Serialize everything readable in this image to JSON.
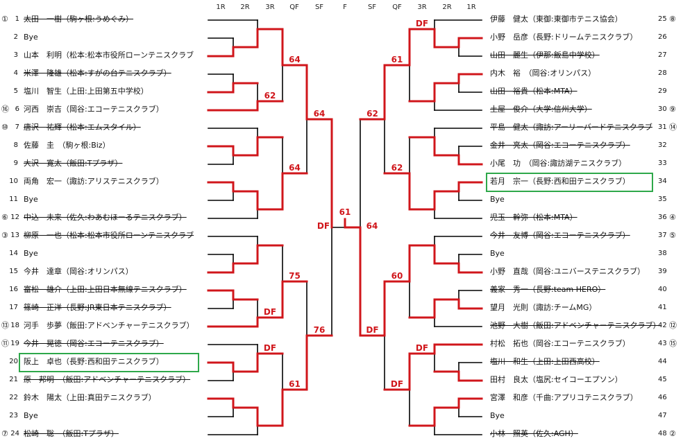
{
  "rounds_left": [
    "1R",
    "2R",
    "3R",
    "QF",
    "SF",
    "F"
  ],
  "rounds_right": [
    "SF",
    "QF",
    "3R",
    "2R",
    "1R"
  ],
  "colors": {
    "win": "#d0161b",
    "line": "#000000",
    "highlight": "#2ea84a"
  },
  "players": [
    {
      "num": "1",
      "seed": "①",
      "name": "太田　一樹（駒ヶ根:うめぐみ）",
      "out": true
    },
    {
      "num": "2",
      "seed": "",
      "name": "Bye",
      "out": false
    },
    {
      "num": "3",
      "seed": "",
      "name": "山本　利明（松本:松本市役所ローンテニスクラブ",
      "out": false
    },
    {
      "num": "4",
      "seed": "",
      "name": "米澤　隆雄（松本:すがの台テニスクラブ）",
      "out": true
    },
    {
      "num": "5",
      "seed": "",
      "name": "塩川　智生（上田:上田第五中学校）",
      "out": false
    },
    {
      "num": "6",
      "seed": "⑯",
      "name": "河西　崇吉（岡谷:エコーテニスクラブ）",
      "out": false
    },
    {
      "num": "7",
      "seed": "⑩",
      "name": "唐沢　祐輝（松本:エムスタイル）",
      "out": true
    },
    {
      "num": "8",
      "seed": "",
      "name": "佐藤　圭　（駒ヶ根:Biz）",
      "out": false
    },
    {
      "num": "9",
      "seed": "",
      "name": "大沢　寛太（飯田:Tプラザ）",
      "out": true
    },
    {
      "num": "10",
      "seed": "",
      "name": "両角　宏一（諏訪:アリステニスクラブ）",
      "out": false
    },
    {
      "num": "11",
      "seed": "",
      "name": "Bye",
      "out": false
    },
    {
      "num": "12",
      "seed": "⑥",
      "name": "中込　未来（佐久:わあむほーるテニスクラブ）",
      "out": true
    },
    {
      "num": "13",
      "seed": "③",
      "name": "柳原　一也（松本:松本市役所ローンテニスクラブ",
      "out": true
    },
    {
      "num": "14",
      "seed": "",
      "name": "Bye",
      "out": false
    },
    {
      "num": "15",
      "seed": "",
      "name": "今井　達章（岡谷:オリンパス）",
      "out": false
    },
    {
      "num": "16",
      "seed": "",
      "name": "富松　雄介（上田:上田日本無線テニスクラブ）",
      "out": true
    },
    {
      "num": "17",
      "seed": "",
      "name": "篠崎　正洋（長野:JR東日本テニスクラブ）",
      "out": true
    },
    {
      "num": "18",
      "seed": "⑬",
      "name": "河手　歩夢（飯田:アドベンチャーテニスクラブ）",
      "out": false
    },
    {
      "num": "19",
      "seed": "⑪",
      "name": "今井　晃徳（岡谷:エコーテニスクラブ）",
      "out": true
    },
    {
      "num": "20",
      "seed": "",
      "name": "阪上　卓也（長野:西和田テニスクラブ）",
      "out": false,
      "highlight": true
    },
    {
      "num": "21",
      "seed": "",
      "name": "原　邦明　（飯田:アドベンチャーテニスクラブ）",
      "out": true
    },
    {
      "num": "22",
      "seed": "",
      "name": "鈴木　陽太（上田:真田テニスクラブ）",
      "out": false
    },
    {
      "num": "23",
      "seed": "",
      "name": "Bye",
      "out": false
    },
    {
      "num": "24",
      "seed": "⑦",
      "name": "松崎　聡　（飯田:Tプラザ）",
      "out": true
    },
    {
      "num": "25",
      "seed": "⑧",
      "name": "伊藤　健太（東御:東御市テニス協会）",
      "out": false
    },
    {
      "num": "26",
      "seed": "",
      "name": "小野　岳彦（長野:ドリームテニスクラブ）",
      "out": false
    },
    {
      "num": "27",
      "seed": "",
      "name": "山田　麗生（伊那:飯島中学校）",
      "out": true
    },
    {
      "num": "28",
      "seed": "",
      "name": "内木　裕　（岡谷:オリンパス）",
      "out": false
    },
    {
      "num": "29",
      "seed": "",
      "name": "山田　裕貴（松本:MTA）",
      "out": true
    },
    {
      "num": "30",
      "seed": "⑨",
      "name": "土屋　俊介（大学:信州大学）",
      "out": true
    },
    {
      "num": "31",
      "seed": "⑭",
      "name": "平島　健太（諏訪:アーリーバードテニスクラブ",
      "out": true
    },
    {
      "num": "32",
      "seed": "",
      "name": "金井　亮太（岡谷:エコーテニスクラブ）",
      "out": true
    },
    {
      "num": "33",
      "seed": "",
      "name": "小尾　功　（岡谷:諏訪湖テニスクラブ）",
      "out": false
    },
    {
      "num": "34",
      "seed": "",
      "name": "若月　宗一（長野:西和田テニスクラブ）",
      "out": false,
      "highlight": true
    },
    {
      "num": "35",
      "seed": "",
      "name": "Bye",
      "out": false
    },
    {
      "num": "36",
      "seed": "④",
      "name": "児玉　幹弥（松本:MTA）",
      "out": true
    },
    {
      "num": "37",
      "seed": "⑤",
      "name": "今井　友博（岡谷:エコーテニスクラブ）",
      "out": true
    },
    {
      "num": "38",
      "seed": "",
      "name": "Bye",
      "out": false
    },
    {
      "num": "39",
      "seed": "",
      "name": "小野　直哉（岡谷:ユニバーステニスクラブ）",
      "out": false
    },
    {
      "num": "40",
      "seed": "",
      "name": "義家　秀一（長野:team HERO）",
      "out": true
    },
    {
      "num": "41",
      "seed": "",
      "name": "望月　光則（諏訪:チームMG）",
      "out": false
    },
    {
      "num": "42",
      "seed": "⑫",
      "name": "池野　大樹（飯田:アドベンチャーテニスクラブ）",
      "out": true
    },
    {
      "num": "43",
      "seed": "⑮",
      "name": "村松　拓也（岡谷:エコーテニスクラブ）",
      "out": false
    },
    {
      "num": "44",
      "seed": "",
      "name": "塩川　和生（上田:上田西高校）",
      "out": true
    },
    {
      "num": "45",
      "seed": "",
      "name": "田村　良太（塩尻:セイコーエプソン）",
      "out": false
    },
    {
      "num": "46",
      "seed": "",
      "name": "宮澤　和彦（千曲:アプリコテニスクラブ）",
      "out": false
    },
    {
      "num": "47",
      "seed": "",
      "name": "Bye",
      "out": false
    },
    {
      "num": "48",
      "seed": "②",
      "name": "小林　照英（佐久:AGH）",
      "out": true
    }
  ],
  "bracket": {
    "w": 1,
    "s": "61",
    "c": [
      {
        "w": 0,
        "s": "DF",
        "c": [
          {
            "w": 0,
            "s": "64",
            "c": [
              {
                "w": 0,
                "s": "64",
                "c": [
                  {
                    "w": 1,
                    "s": "",
                    "c": [
                      1,
                      {
                        "w": 1,
                        "s": "",
                        "c": [
                          2,
                          3
                        ]
                      }
                    ]
                  },
                  {
                    "w": 1,
                    "s": "62",
                    "c": [
                      {
                        "w": 1,
                        "s": "",
                        "c": [
                          4,
                          5
                        ]
                      },
                      6
                    ]
                  }
                ]
              },
              {
                "w": 1,
                "s": "64",
                "c": [
                  {
                    "w": 1,
                    "s": "",
                    "c": [
                      7,
                      {
                        "w": 0,
                        "s": "",
                        "c": [
                          8,
                          9
                        ]
                      }
                    ]
                  },
                  {
                    "w": 0,
                    "s": "",
                    "c": [
                      {
                        "w": 0,
                        "s": "",
                        "c": [
                          10,
                          11
                        ]
                      },
                      12
                    ]
                  }
                ]
              }
            ]
          },
          {
            "w": 1,
            "s": "76",
            "c": [
              {
                "w": 1,
                "s": "75",
                "c": [
                  {
                    "w": 1,
                    "s": "",
                    "c": [
                      13,
                      {
                        "w": 1,
                        "s": "",
                        "c": [
                          14,
                          15
                        ]
                      }
                    ]
                  },
                  {
                    "w": 1,
                    "s": "DF",
                    "c": [
                      {
                        "w": 0,
                        "s": "",
                        "c": [
                          16,
                          17
                        ]
                      },
                      18
                    ]
                  }
                ]
              },
              {
                "w": 1,
                "s": "61",
                "c": [
                  {
                    "w": 1,
                    "s": "DF",
                    "c": [
                      19,
                      {
                        "w": 0,
                        "s": "",
                        "c": [
                          20,
                          21
                        ]
                      }
                    ]
                  },
                  {
                    "w": 0,
                    "s": "",
                    "c": [
                      {
                        "w": 0,
                        "s": "",
                        "c": [
                          22,
                          23
                        ]
                      },
                      24
                    ]
                  }
                ]
              }
            ]
          }
        ]
      },
      {
        "w": 1,
        "s": "64",
        "c": [
          {
            "w": 0,
            "s": "62",
            "c": [
              {
                "w": 0,
                "s": "61",
                "c": [
                  {
                    "w": 1,
                    "s": "DF",
                    "c": [
                      25,
                      {
                        "w": 0,
                        "s": "",
                        "c": [
                          26,
                          27
                        ]
                      }
                    ]
                  },
                  {
                    "w": 0,
                    "s": "",
                    "c": [
                      {
                        "w": 0,
                        "s": "",
                        "c": [
                          28,
                          29
                        ]
                      },
                      30
                    ]
                  }
                ]
              },
              {
                "w": 1,
                "s": "62",
                "c": [
                  {
                    "w": 1,
                    "s": "",
                    "c": [
                      31,
                      {
                        "w": 1,
                        "s": "",
                        "c": [
                          32,
                          33
                        ]
                      }
                    ]
                  },
                  {
                    "w": 0,
                    "s": "",
                    "c": [
                      {
                        "w": 0,
                        "s": "",
                        "c": [
                          34,
                          35
                        ]
                      },
                      36
                    ]
                  }
                ]
              }
            ]
          },
          {
            "w": 0,
            "s": "DF",
            "c": [
              {
                "w": 0,
                "s": "60",
                "c": [
                  {
                    "w": 1,
                    "s": "",
                    "c": [
                      37,
                      {
                        "w": 1,
                        "s": "",
                        "c": [
                          38,
                          39
                        ]
                      }
                    ]
                  },
                  {
                    "w": 0,
                    "s": "",
                    "c": [
                      {
                        "w": 1,
                        "s": "",
                        "c": [
                          40,
                          41
                        ]
                      },
                      42
                    ]
                  }
                ]
              },
              {
                "w": 0,
                "s": "DF",
                "c": [
                  {
                    "w": 0,
                    "s": "DF",
                    "c": [
                      43,
                      {
                        "w": 1,
                        "s": "",
                        "c": [
                          44,
                          45
                        ]
                      }
                    ]
                  },
                  {
                    "w": 0,
                    "s": "",
                    "c": [
                      {
                        "w": 0,
                        "s": "",
                        "c": [
                          46,
                          47
                        ]
                      },
                      48
                    ]
                  }
                ]
              }
            ]
          }
        ]
      }
    ]
  }
}
